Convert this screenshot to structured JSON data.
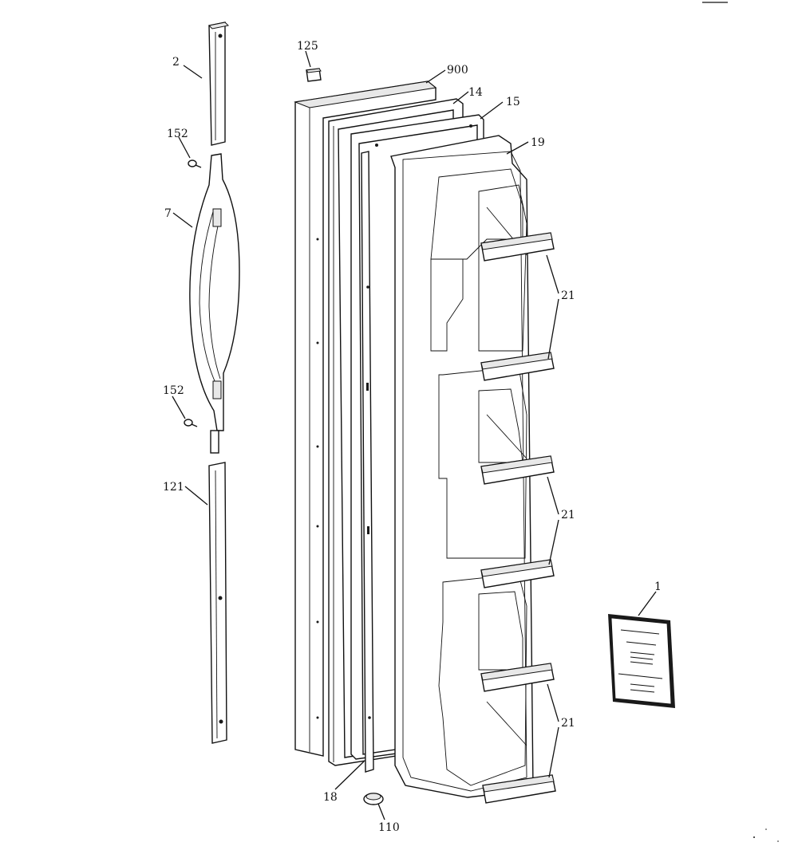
{
  "diagram": {
    "type": "exploded-parts-view",
    "callouts": {
      "p2": "2",
      "p152a": "152",
      "p7": "7",
      "p152b": "152",
      "p121": "121",
      "p125": "125",
      "p900": "900",
      "p14": "14",
      "p15": "15",
      "p19": "19",
      "p21a": "21",
      "p21b": "21",
      "p21c": "21",
      "p1": "1",
      "p18": "18",
      "p110": "110"
    }
  }
}
